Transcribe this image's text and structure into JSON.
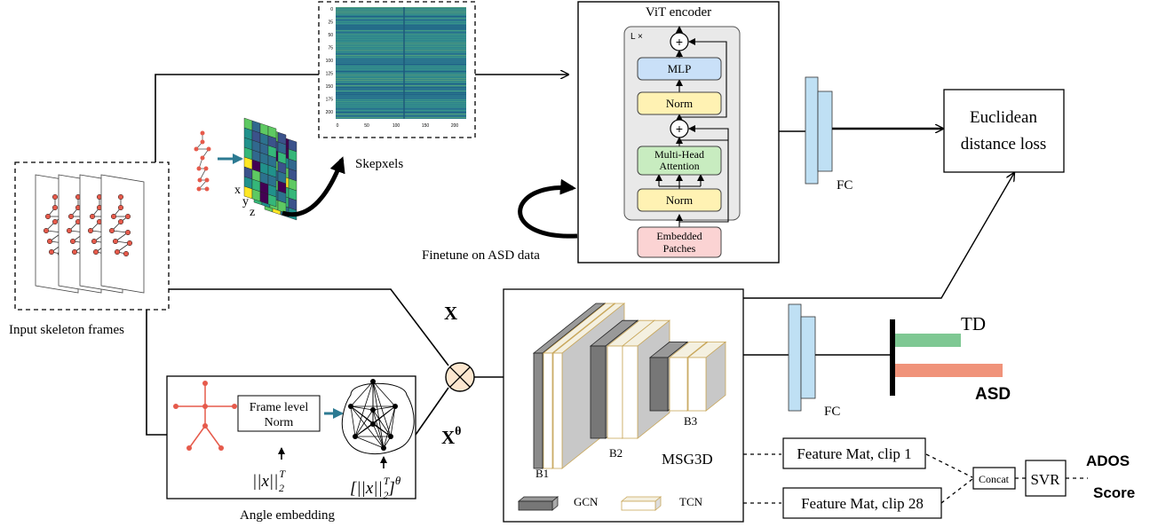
{
  "labels": {
    "input_frames": "Input skeleton frames",
    "skepxels": "Skepxels",
    "angle_embedding": "Angle embedding",
    "frame_level_norm_line1": "Frame level",
    "frame_level_norm_line2": "Norm",
    "vit_encoder": "ViT encoder",
    "finetune": "Finetune on ASD data",
    "fc_top": "FC",
    "fc_bottom": "FC",
    "euclidean_line1": "Euclidean",
    "euclidean_line2": "distance loss",
    "x_label": "X",
    "x_theta_base": "X",
    "x_theta_sup": "θ",
    "td": "TD",
    "asd": "ASD",
    "msg3d": "MSG3D",
    "b1": "B1",
    "b2": "B2",
    "b3": "B3",
    "gcn": "GCN",
    "tcn": "TCN",
    "feature_mat_1": "Feature Mat, clip 1",
    "feature_mat_28": "Feature Mat, clip 28",
    "concat": "Concat",
    "svr": "SVR",
    "ados": "ADOS",
    "score": "Score",
    "xyz_x": "x",
    "xyz_y": "y",
    "xyz_z": "z"
  },
  "vit": {
    "repeat": "L ×",
    "mlp": "MLP",
    "norm_top": "Norm",
    "attention_line1": "Multi-Head",
    "attention_line2": "Attention",
    "norm_bottom": "Norm",
    "patches_line1": "Embedded",
    "patches_line2": "Patches",
    "plus": "+"
  },
  "skepxel_axes": {
    "y_ticks": [
      "0",
      "25",
      "50",
      "75",
      "100",
      "125",
      "150",
      "175",
      "200"
    ],
    "x_ticks": [
      "0",
      "50",
      "100",
      "150",
      "200"
    ]
  },
  "formulas": {
    "norm_base": "||x||",
    "norm_sup": "T",
    "norm_sub": "2",
    "angle_base": "[||x||",
    "angle_sup": "T",
    "angle_sub": "2",
    "angle_close": "]",
    "angle_theta": "θ"
  },
  "colors": {
    "mlp": "#c9e0f8",
    "norm": "#fff2b3",
    "attention": "#c8ecc0",
    "patches": "#fbd3d3",
    "fc": "#bfe0f4",
    "td_bar": "#7ec893",
    "asd_bar": "#f0937a",
    "joint": "#e65a4b",
    "arrow_teal": "#2c7a92"
  }
}
